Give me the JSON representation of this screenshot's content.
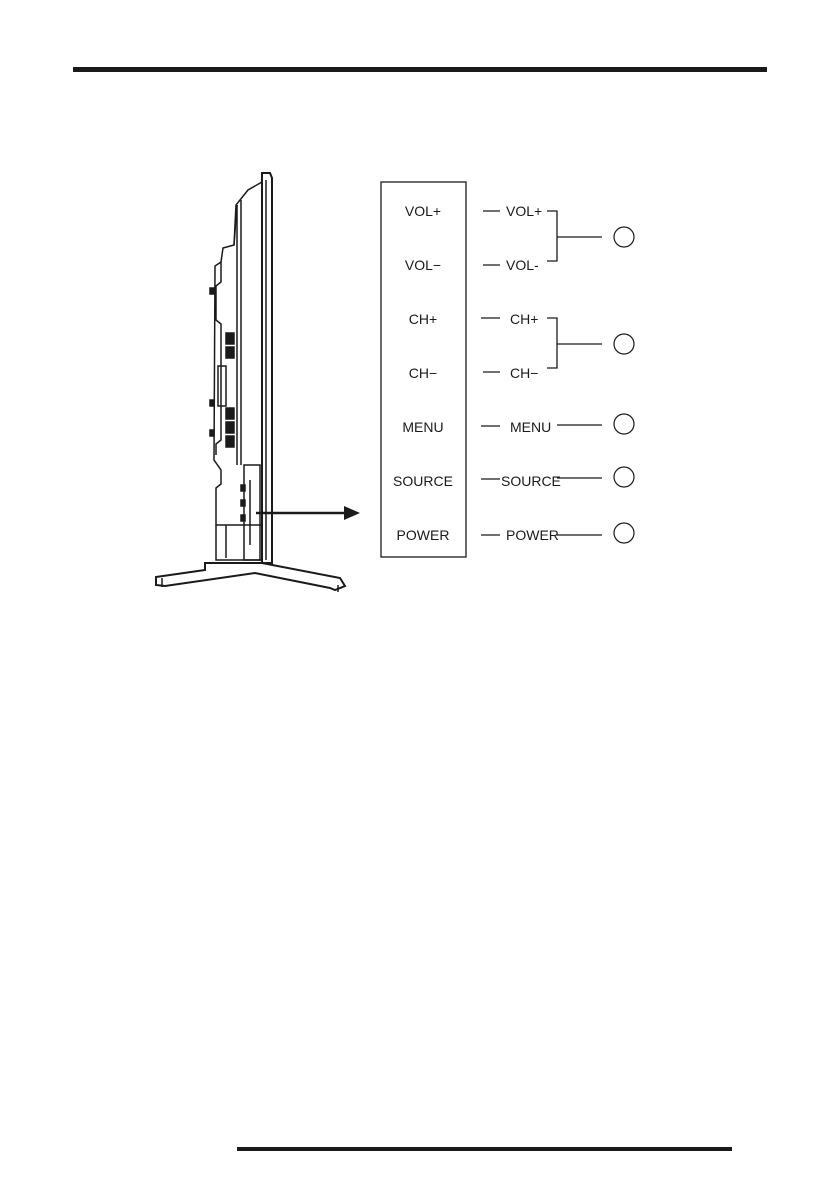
{
  "panel_labels": [
    "VOL+",
    "VOL−",
    "CH+",
    "CH−",
    "MENU",
    "SOURCE",
    "POWER"
  ],
  "callout_labels": [
    "VOL+",
    "VOL-",
    "CH+",
    "CH−",
    "MENU",
    "SOURCE",
    "POWER"
  ],
  "callout_markers": [
    "",
    "",
    "",
    "",
    ""
  ]
}
